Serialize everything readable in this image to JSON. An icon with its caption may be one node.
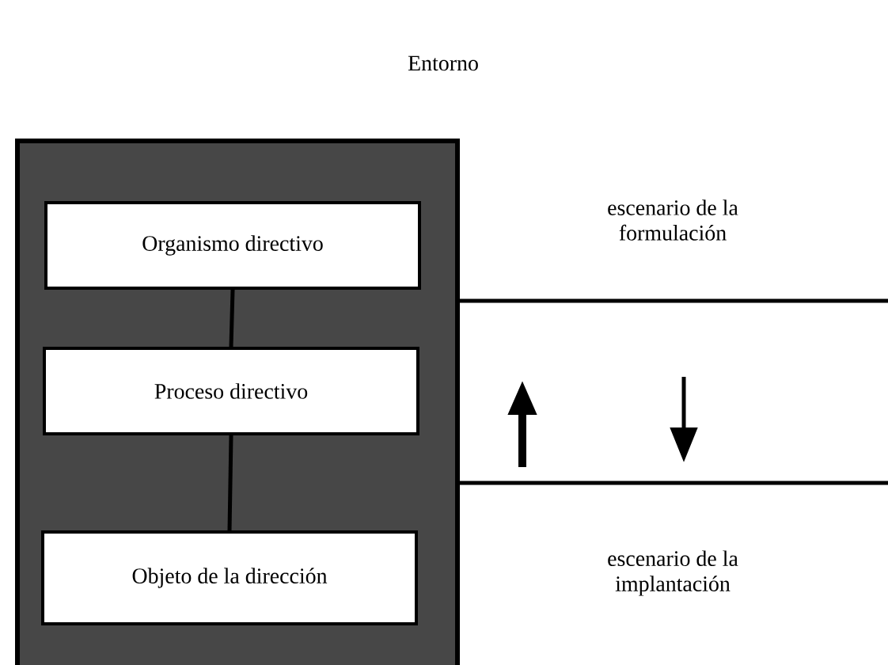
{
  "diagram": {
    "title": "Entorno",
    "nodes": [
      {
        "text": [],
        "shape": "box"
      },
      {
        "text": [
          "Organismo directivo"
        ],
        "in": 0
      },
      {
        "text": [
          "Proceso directivo"
        ],
        "in": 0
      },
      {
        "text": [
          "Objeto de la dirección"
        ],
        "in": 0
      },
      {
        "text": [
          "escenario de la formulación"
        ]
      },
      {
        "text": [
          "escenario de la implantación"
        ]
      }
    ],
    "edges": [
      {
        "from": 1,
        "to": 2,
        "arrow": "none"
      },
      {
        "from": 2,
        "to": 3,
        "arrow": "none"
      }
    ]
  }
}
